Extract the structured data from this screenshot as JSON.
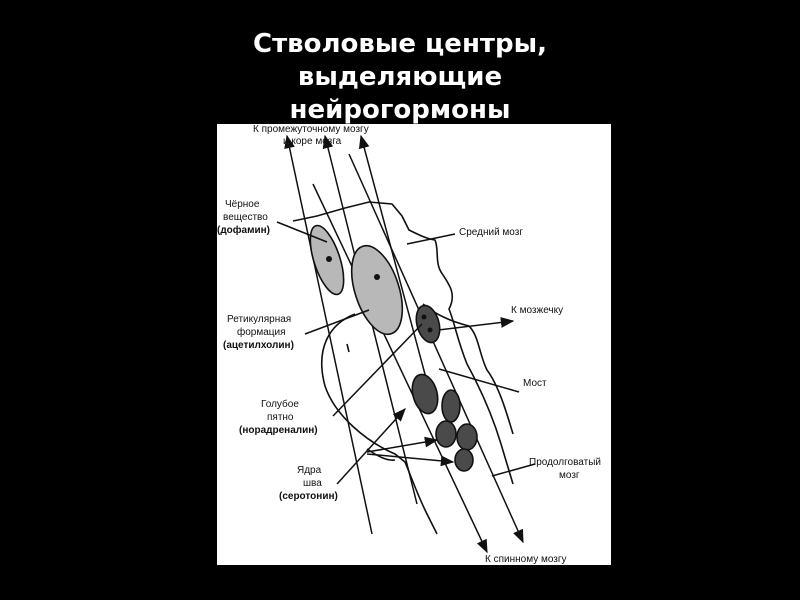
{
  "slide": {
    "title_lines": [
      "Стволовые центры,",
      "выделяющие",
      "нейрогормоны"
    ]
  },
  "diagram": {
    "labels": {
      "top_1": "К промежуточному мозгу",
      "top_2": "и коре мозга",
      "substantia_1": "Чёрное",
      "substantia_2": "вещество",
      "substantia_3": "(дофамин)",
      "midbrain": "Средний мозг",
      "cerebellum": "К мозжечку",
      "reticular_1": "Ретикулярная",
      "reticular_2": "формация",
      "reticular_3": "(ацетилхолин)",
      "pons": "Мост",
      "coeruleus_1": "Голубое",
      "coeruleus_2": "пятно",
      "coeruleus_3": "(норадреналин)",
      "medulla_1": "Продолговатый",
      "medulla_2": "мозг",
      "raphe_1": "Ядра",
      "raphe_2": "шва",
      "raphe_3": "(серотонин)",
      "bottom": "К спинному мозгу"
    },
    "colors": {
      "light_nucleus": "#b8b8b8",
      "dark_nucleus": "#4a4a4a",
      "line": "#111111"
    }
  }
}
